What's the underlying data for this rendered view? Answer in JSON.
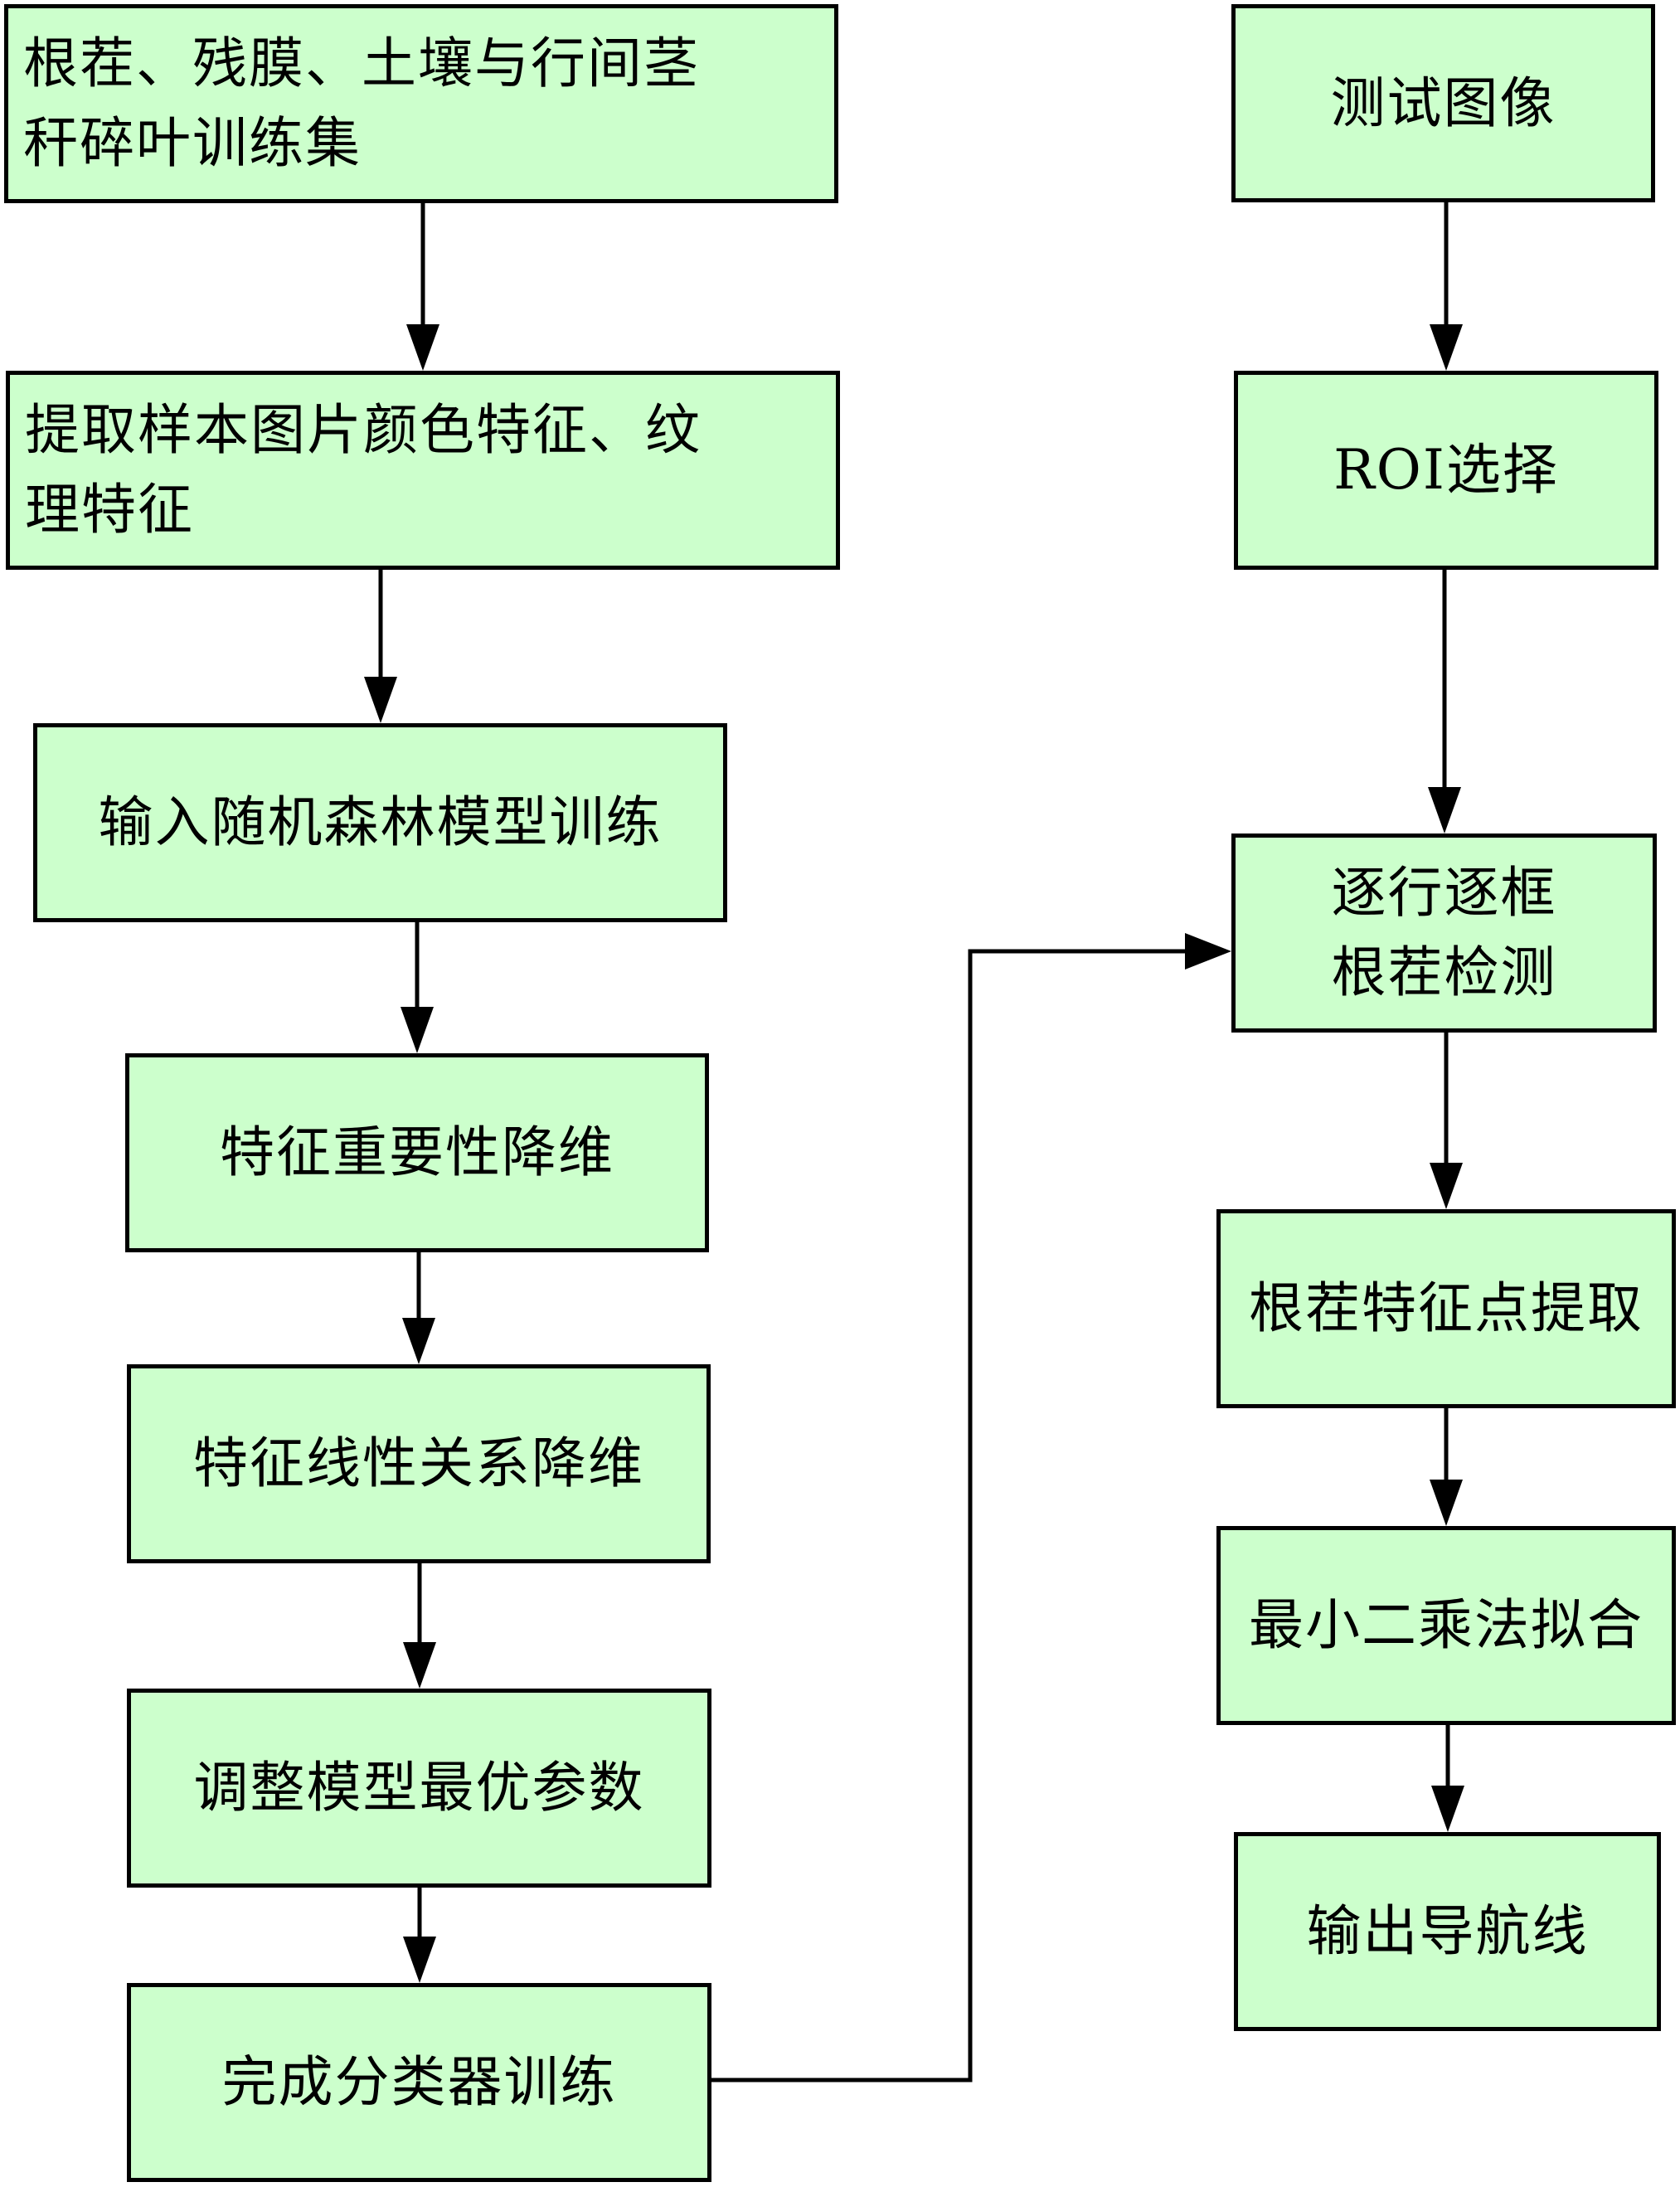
{
  "colors": {
    "box_fill": "#ccffcc",
    "stroke": "#000000",
    "background": "#ffffff"
  },
  "left_column": [
    {
      "id": "L1",
      "text": "根茬、残膜、土壤与行间茎\n秆碎叶训练集"
    },
    {
      "id": "L2",
      "text": "提取样本图片颜色特征、纹\n理特征"
    },
    {
      "id": "L3",
      "text": "输入随机森林模型训练"
    },
    {
      "id": "L4",
      "text": "特征重要性降维"
    },
    {
      "id": "L5",
      "text": "特征线性关系降维"
    },
    {
      "id": "L6",
      "text": "调整模型最优参数"
    },
    {
      "id": "L7",
      "text": "完成分类器训练"
    }
  ],
  "right_column": [
    {
      "id": "R1",
      "text": "测试图像"
    },
    {
      "id": "R2",
      "text": "ROI选择"
    },
    {
      "id": "R3",
      "text": "逐行逐框\n根茬检测"
    },
    {
      "id": "R4",
      "text": "根茬特征点提取"
    },
    {
      "id": "R5",
      "text": "最小二乘法拟合"
    },
    {
      "id": "R6",
      "text": "输出导航线"
    }
  ],
  "edges": [
    {
      "from": "L1",
      "to": "L2"
    },
    {
      "from": "L2",
      "to": "L3"
    },
    {
      "from": "L3",
      "to": "L4"
    },
    {
      "from": "L4",
      "to": "L5"
    },
    {
      "from": "L5",
      "to": "L6"
    },
    {
      "from": "L6",
      "to": "L7"
    },
    {
      "from": "L7",
      "to": "R3"
    },
    {
      "from": "R1",
      "to": "R2"
    },
    {
      "from": "R2",
      "to": "R3"
    },
    {
      "from": "R3",
      "to": "R4"
    },
    {
      "from": "R4",
      "to": "R5"
    },
    {
      "from": "R5",
      "to": "R6"
    }
  ]
}
